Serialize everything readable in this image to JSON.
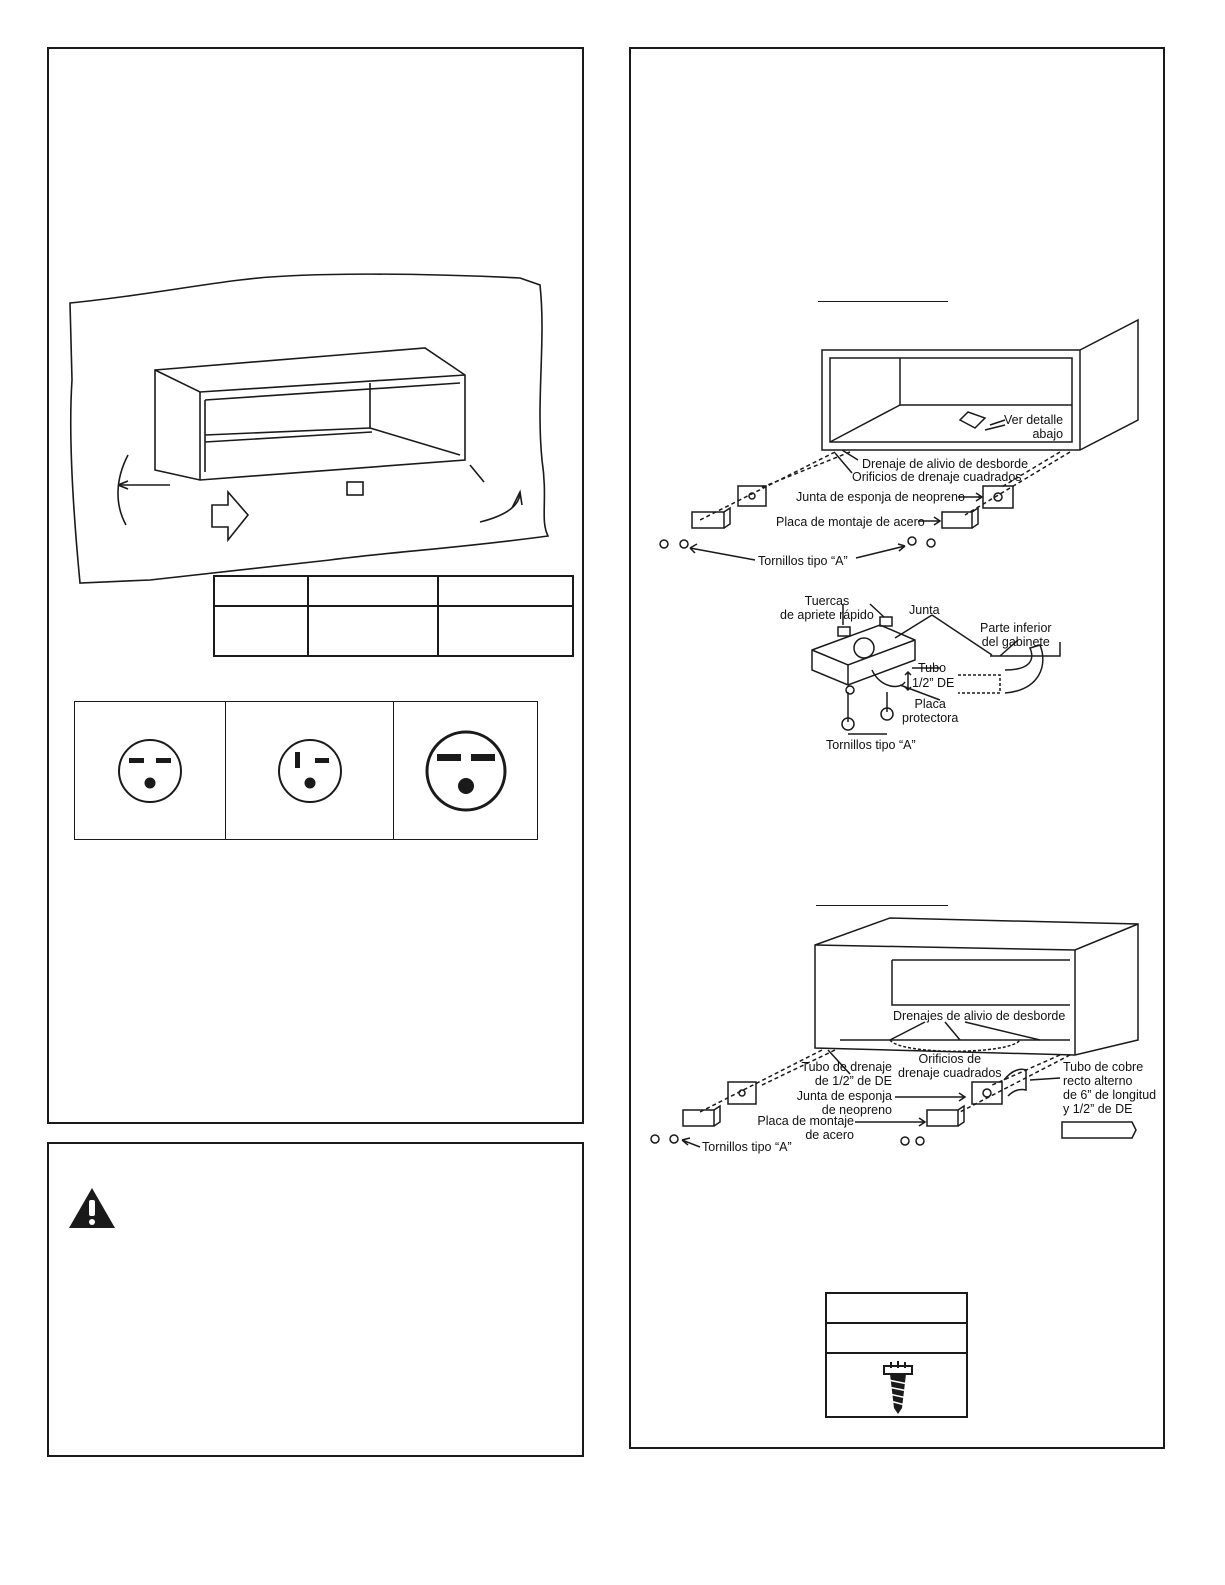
{
  "top_figure": {
    "labels": {
      "ver_detalle": "Ver detalle\nabajo",
      "drenaje_alivio": "Drenaje de alivio de desborde",
      "orificios": "Orificios de drenaje cuadrados",
      "junta_esponja": "Junta de esponja de neopreno",
      "placa_montaje": "Placa de montaje de acero",
      "tornillos": "Tornillos tipo “A”"
    }
  },
  "detail_figure": {
    "labels": {
      "tuercas": "Tuercas\nde apriete rápido",
      "junta": "Junta",
      "parte_inferior": "Parte inferior\ndel gabinete",
      "tubo": "Tubo",
      "tubo_size": "1/2” DE",
      "placa_protectora": "Placa\nprotectora",
      "tornillos": "Tornillos tipo “A”"
    }
  },
  "bottom_figure": {
    "labels": {
      "drenajes_alivio": "Drenajes de alivio de desborde",
      "orificios": "Orificios de\ndrenaje cuadrados",
      "tubo_drenaje": "Tubo de drenaje\nde 1/2” de DE",
      "junta_esponja": "Junta de esponja\nde neopreno",
      "placa_montaje": "Placa de montaje\nde acero",
      "tornillos": "Tornillos tipo “A”",
      "tubo_cobre": "Tubo de cobre\nrecto alterno\nde 6” de longitud\ny 1/2” de DE"
    }
  },
  "colors": {
    "ink": "#1a1a1a",
    "paper": "#ffffff"
  },
  "icons": [
    "warning-triangle-icon",
    "outlet-icon",
    "screw-icon"
  ]
}
